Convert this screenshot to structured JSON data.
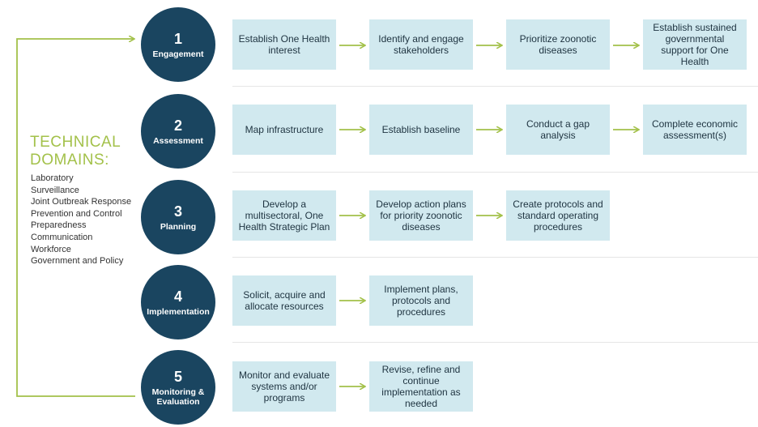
{
  "sidebar": {
    "title_line1": "TECHNICAL",
    "title_line2": "DOMAINS:",
    "items": [
      "Laboratory",
      "Surveillance",
      "Joint Outbreak Response",
      "Prevention and Control",
      "Preparedness",
      "Communication",
      "Workforce",
      "Government and Policy"
    ]
  },
  "phases": [
    {
      "number": "1",
      "label": "Engagement",
      "steps": [
        "Establish One Health interest",
        "Identify and engage stakeholders",
        "Prioritize zoonotic diseases",
        "Establish sustained governmental support for One Health"
      ]
    },
    {
      "number": "2",
      "label": "Assessment",
      "steps": [
        "Map infrastructure",
        "Establish baseline",
        "Conduct a gap analysis",
        "Complete economic assessment(s)"
      ]
    },
    {
      "number": "3",
      "label": "Planning",
      "steps": [
        "Develop a multisectoral, One Health Strategic Plan",
        "Develop action plans for priority zoonotic diseases",
        "Create protocols and standard operating procedures"
      ]
    },
    {
      "number": "4",
      "label": "Implementation",
      "steps": [
        "Solicit, acquire and allocate resources",
        "Implement plans, protocols and procedures"
      ]
    },
    {
      "number": "5",
      "label": "Monitoring & Evaluation",
      "steps": [
        "Monitor and evaluate systems and/or programs",
        "Revise, refine and continue implementation as needed"
      ]
    }
  ],
  "colors": {
    "circle": "#1a4560",
    "box": "#d1e9ef",
    "arrow": "#a3c14a",
    "accent_text": "#a3c14a"
  }
}
